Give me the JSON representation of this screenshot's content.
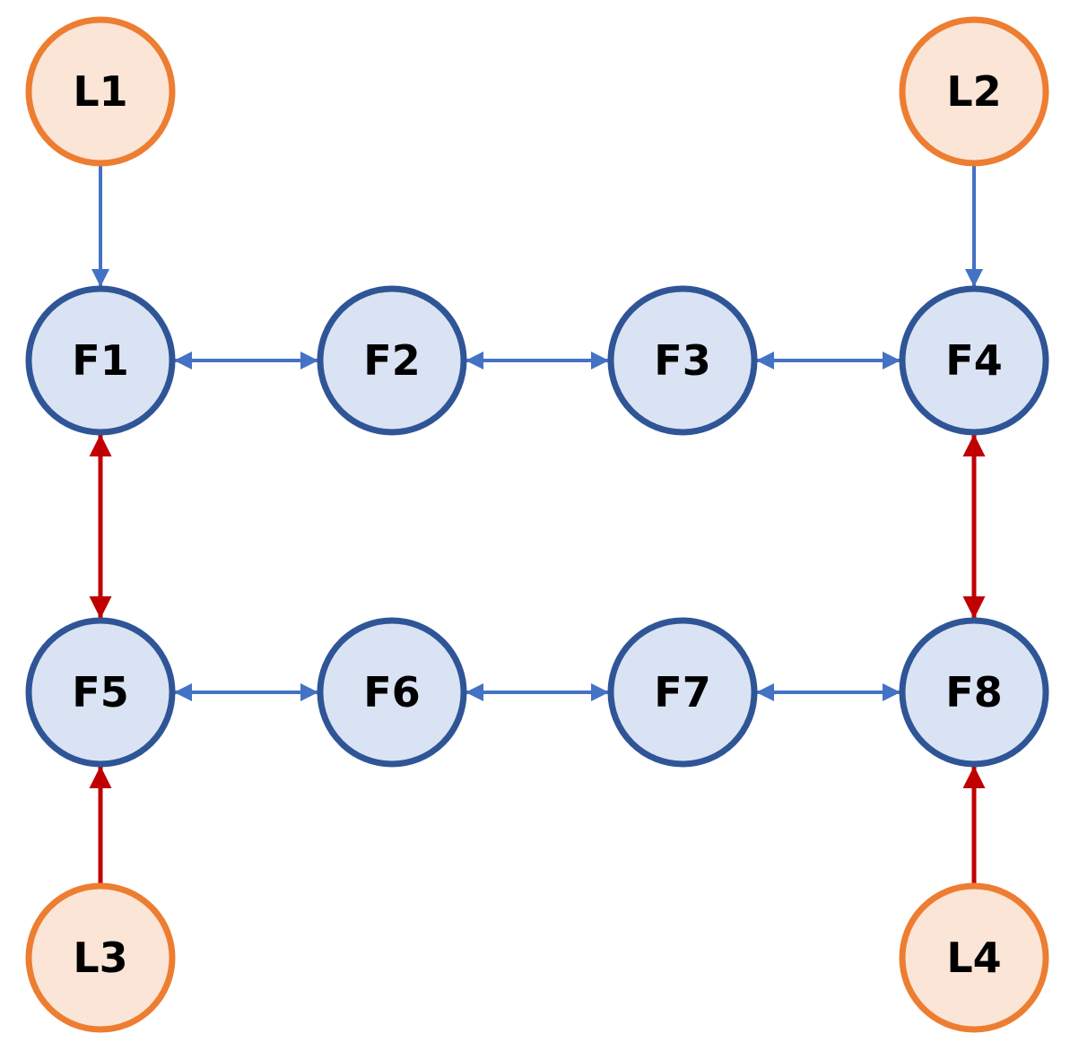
{
  "colors": {
    "leader_fill": "#FBE5D6",
    "leader_stroke": "#ED7D31",
    "follower_fill": "#DAE3F3",
    "follower_stroke": "#2F5597",
    "edge_blue": "#4472C4",
    "edge_red": "#C00000"
  },
  "nodes": [
    {
      "id": "L1",
      "label": "L1",
      "kind": "leader"
    },
    {
      "id": "L2",
      "label": "L2",
      "kind": "leader"
    },
    {
      "id": "F1",
      "label": "F1",
      "kind": "follower"
    },
    {
      "id": "F2",
      "label": "F2",
      "kind": "follower"
    },
    {
      "id": "F3",
      "label": "F3",
      "kind": "follower"
    },
    {
      "id": "F4",
      "label": "F4",
      "kind": "follower"
    },
    {
      "id": "F5",
      "label": "F5",
      "kind": "follower"
    },
    {
      "id": "F6",
      "label": "F6",
      "kind": "follower"
    },
    {
      "id": "F7",
      "label": "F7",
      "kind": "follower"
    },
    {
      "id": "F8",
      "label": "F8",
      "kind": "follower"
    },
    {
      "id": "L3",
      "label": "L3",
      "kind": "leader"
    },
    {
      "id": "L4",
      "label": "L4",
      "kind": "leader"
    }
  ],
  "edges": [
    {
      "from": "L1",
      "to": "F1",
      "color": "blue",
      "direction": "forward"
    },
    {
      "from": "L2",
      "to": "F4",
      "color": "blue",
      "direction": "forward"
    },
    {
      "from": "F1",
      "to": "F2",
      "color": "blue",
      "direction": "both"
    },
    {
      "from": "F2",
      "to": "F3",
      "color": "blue",
      "direction": "both"
    },
    {
      "from": "F3",
      "to": "F4",
      "color": "blue",
      "direction": "both"
    },
    {
      "from": "F5",
      "to": "F6",
      "color": "blue",
      "direction": "both"
    },
    {
      "from": "F6",
      "to": "F7",
      "color": "blue",
      "direction": "both"
    },
    {
      "from": "F7",
      "to": "F8",
      "color": "blue",
      "direction": "both"
    },
    {
      "from": "F1",
      "to": "F5",
      "color": "red",
      "direction": "both"
    },
    {
      "from": "F4",
      "to": "F8",
      "color": "red",
      "direction": "both"
    },
    {
      "from": "L3",
      "to": "F5",
      "color": "red",
      "direction": "forward"
    },
    {
      "from": "L4",
      "to": "F8",
      "color": "red",
      "direction": "forward"
    }
  ]
}
